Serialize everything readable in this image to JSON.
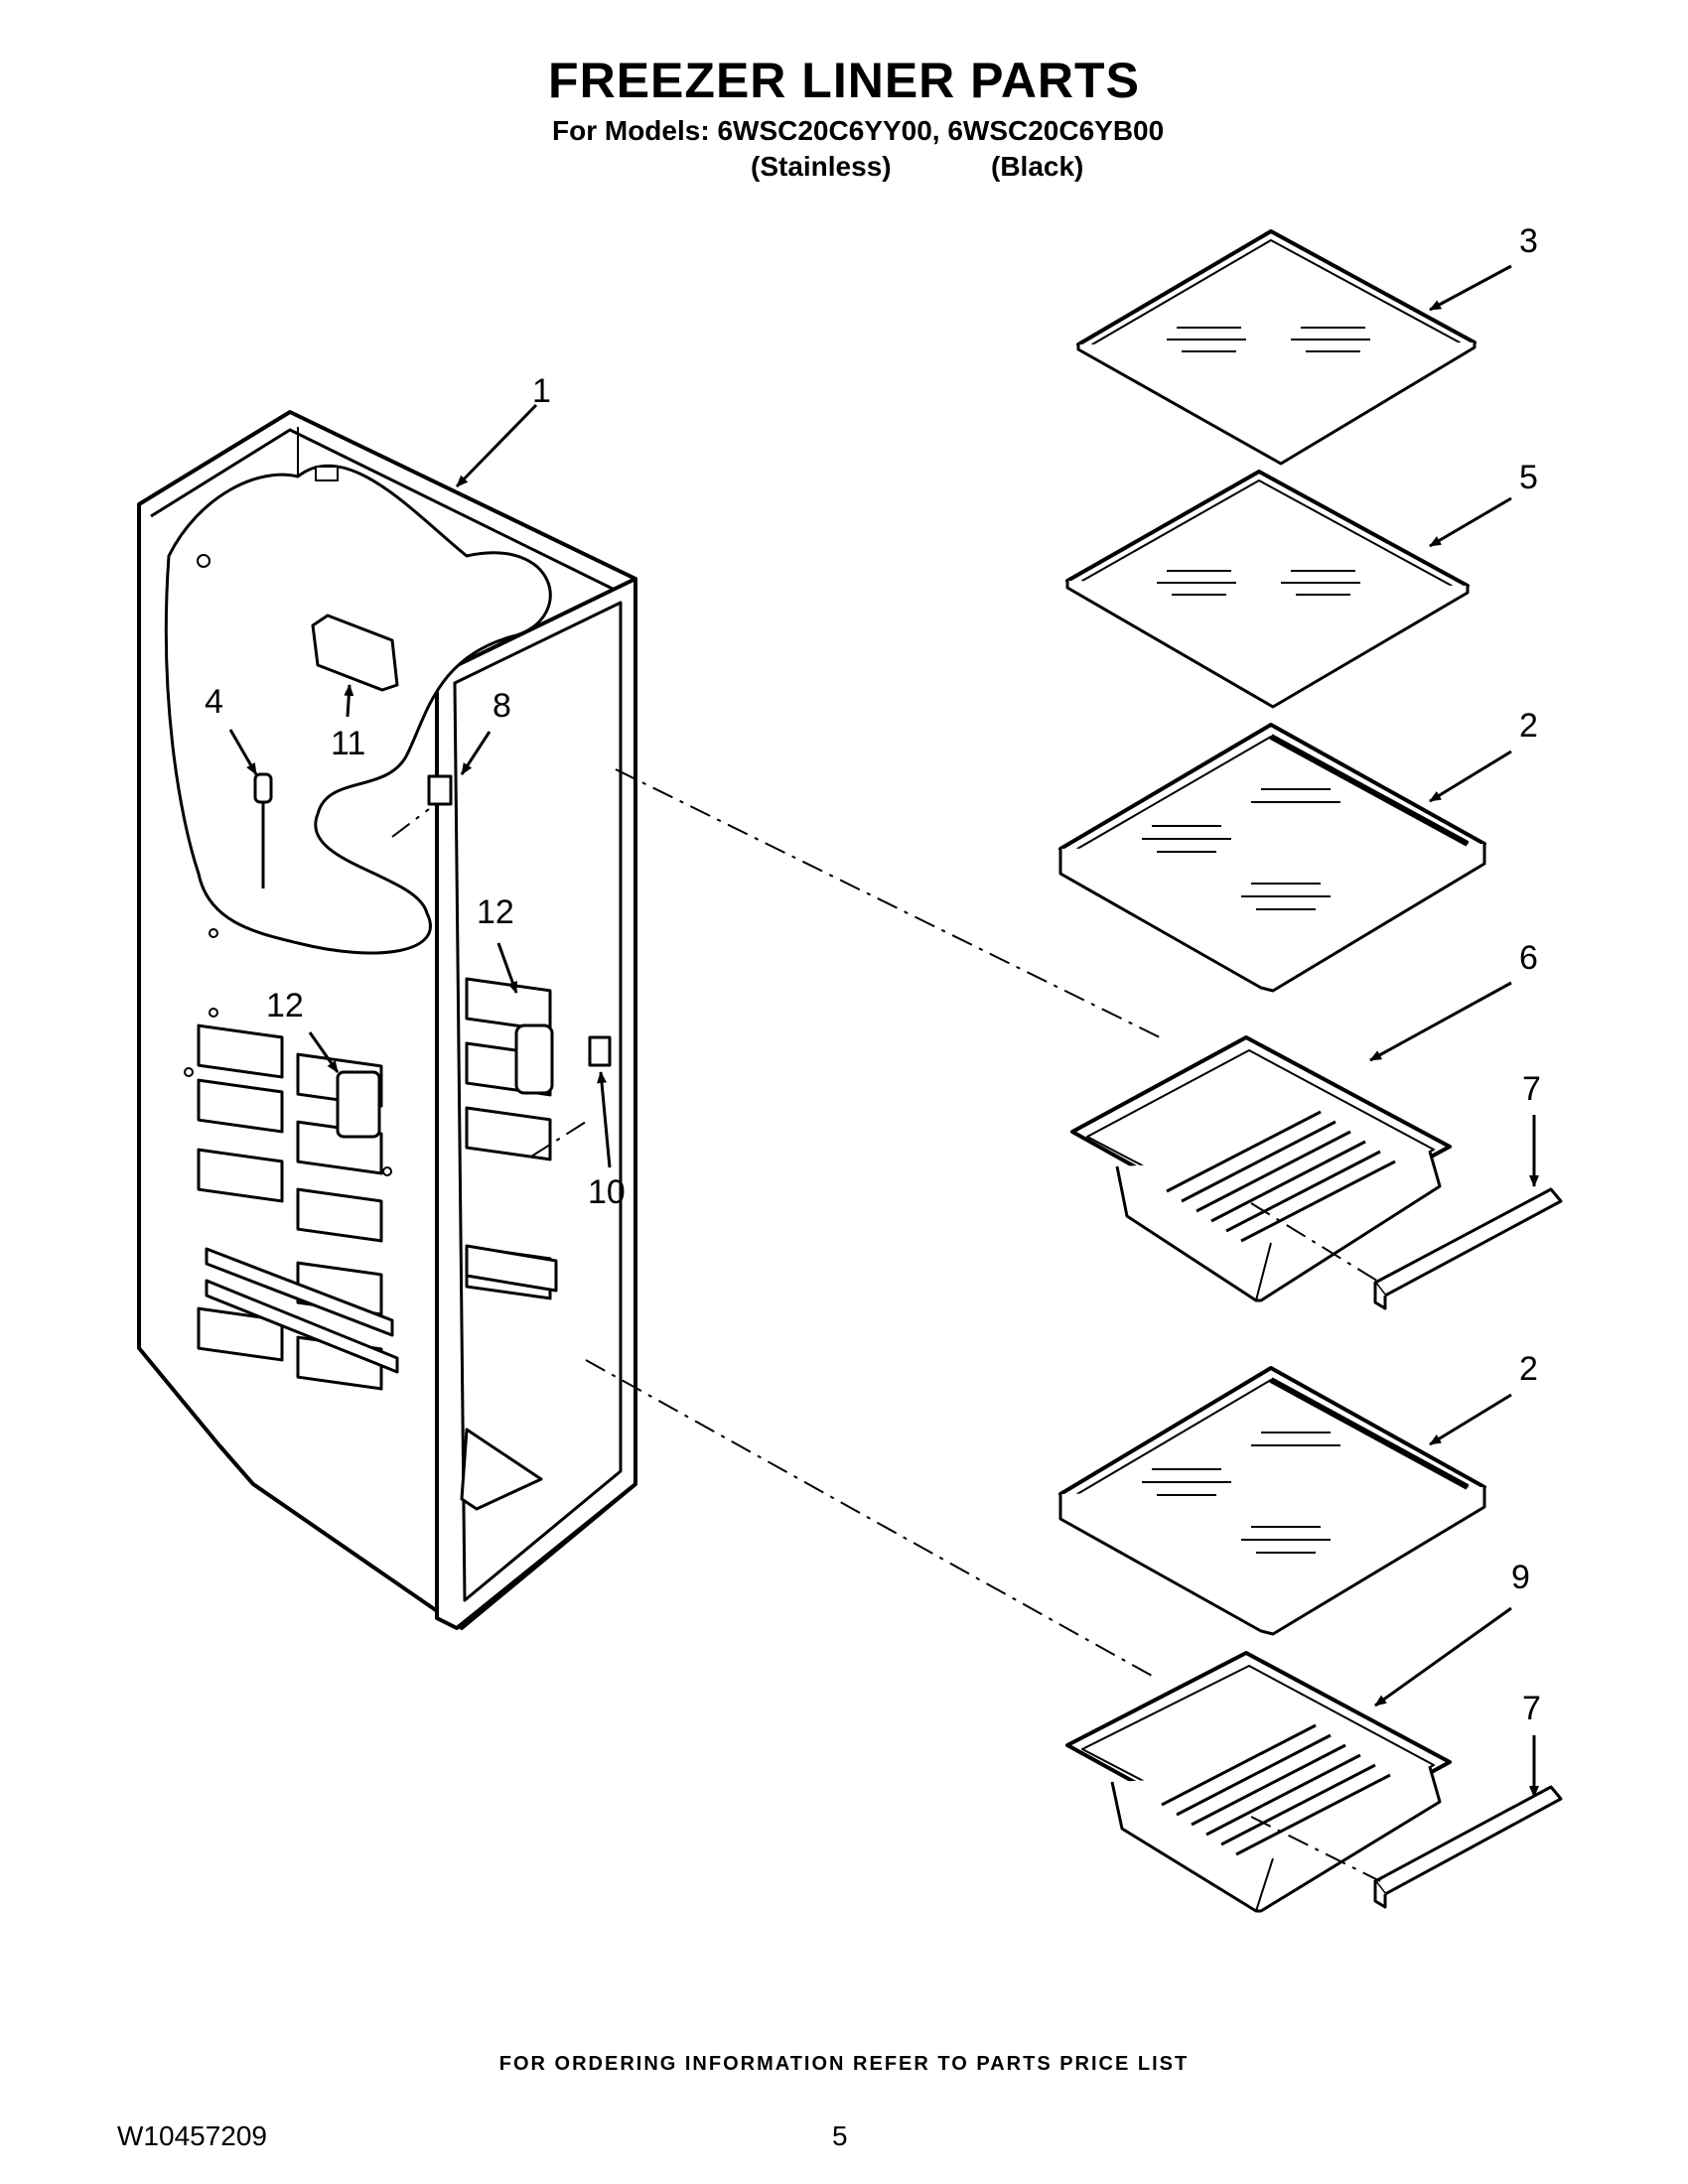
{
  "header": {
    "title": "FREEZER LINER PARTS",
    "models_line": "For Models: 6WSC20C6YY00, 6WSC20C6YB00",
    "finish_1": "(Stainless)",
    "finish_2": "(Black)"
  },
  "callouts": {
    "c1": "1",
    "c2a": "2",
    "c2b": "2",
    "c3": "3",
    "c4": "4",
    "c5": "5",
    "c6": "6",
    "c7a": "7",
    "c7b": "7",
    "c8": "8",
    "c9": "9",
    "c10": "10",
    "c11": "11",
    "c12a": "12",
    "c12b": "12"
  },
  "footer": {
    "ordering_note": "FOR ORDERING INFORMATION REFER TO PARTS PRICE LIST",
    "doc_number": "W10457209",
    "page_number": "5"
  }
}
